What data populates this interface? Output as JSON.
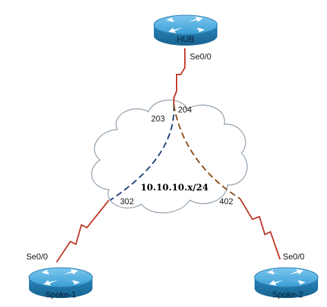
{
  "diagram": {
    "cloud_subnet": "10.10.10.x/24",
    "colors": {
      "serial_link": "#c0392b",
      "pvc_hub_spoke1": "#1f3f7a",
      "pvc_hub_spoke2": "#8a4a12",
      "cloud_outline": "#8a9aa8",
      "router_body": "#2f8fc4"
    },
    "routers": {
      "hub": {
        "name": "HUB",
        "interface": "Se0/0",
        "icon": "router-icon"
      },
      "spoke1": {
        "name": "Spoke-1",
        "interface": "Se0/0",
        "icon": "router-icon"
      },
      "spoke2": {
        "name": "Spoke-2",
        "interface": "Se0/0",
        "icon": "router-icon"
      }
    },
    "dlcis": {
      "hub_to_spoke1": "203",
      "hub_to_spoke2": "204",
      "spoke1_to_hub": "302",
      "spoke2_to_hub": "402"
    }
  }
}
